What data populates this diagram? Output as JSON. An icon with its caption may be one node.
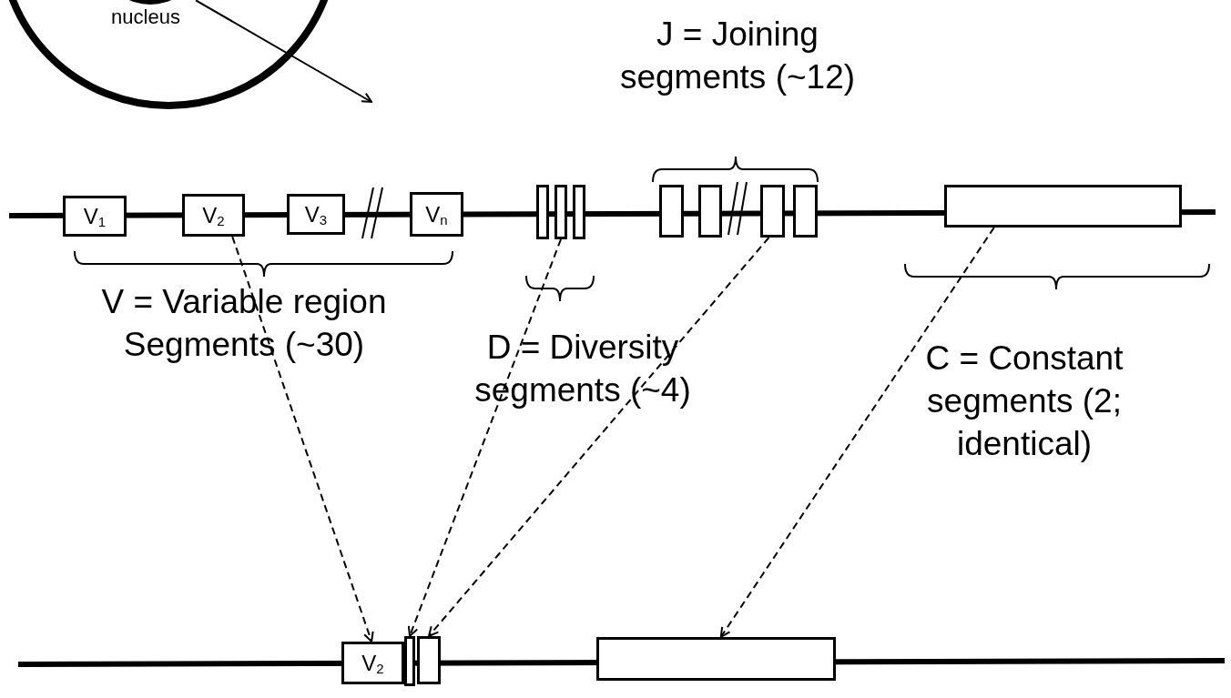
{
  "diagram": {
    "nodes": [
      {
        "text": [],
        "shape": "circle"
      },
      {
        "text": [
          "nucleus"
        ],
        "in": 0
      },
      {
        "text": [
          "V$_{1}$"
        ]
      },
      {
        "text": [
          "V$_{2}$"
        ]
      },
      {
        "text": [
          "V$_{3}$"
        ]
      },
      {
        "text": [
          "V$_{n}$"
        ]
      },
      {
        "text": [],
        "shape": "box"
      },
      {
        "text": [],
        "shape": "box"
      },
      {
        "text": [],
        "shape": "box"
      },
      {
        "text": [],
        "shape": "box"
      },
      {
        "text": [],
        "shape": "box"
      },
      {
        "text": [],
        "shape": "box"
      },
      {
        "text": [],
        "shape": "box"
      },
      {
        "text": [],
        "shape": "box"
      },
      {
        "text": [
          "V$_{2}$"
        ]
      },
      {
        "text": [],
        "shape": "box"
      },
      {
        "text": [],
        "shape": "box"
      },
      {
        "text": [],
        "shape": "box"
      }
    ],
    "edges": [
      {
        "from": 1,
        "to": null,
        "arrow": "to"
      },
      {
        "from": 3,
        "to": 14,
        "arrow": "to",
        "style": "dashed"
      },
      {
        "from": 7,
        "to": 15,
        "arrow": "to",
        "style": "dashed"
      },
      {
        "from": 11,
        "to": 16,
        "arrow": "to",
        "style": "dashed"
      },
      {
        "from": 13,
        "to": 17,
        "arrow": "to",
        "style": "dashed"
      }
    ],
    "labels": [
      "J = Joining segments (~12)",
      "V = Variable region Segments (~30)",
      "D = Diversity segments (~4)",
      "C = Constant segments (2; identical)"
    ]
  }
}
